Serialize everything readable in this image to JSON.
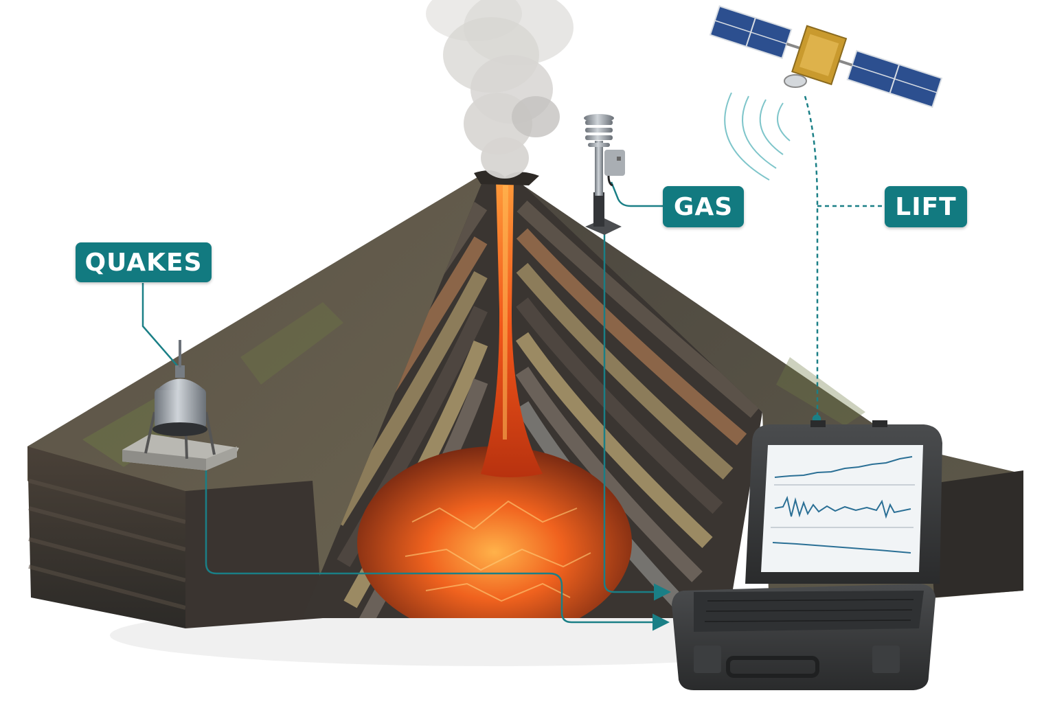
{
  "labels": {
    "quakes": "QUAKES",
    "gas": "GAS",
    "lift": "LIFT"
  },
  "colors": {
    "label_fill": "#127a80",
    "connector": "#1a7f86",
    "magma": "#e85a1c",
    "magma_bright": "#ff8a2a",
    "rock_dark": "#3d3833",
    "rock_mid": "#5e564c",
    "rock_tan": "#8a7a5c",
    "moss": "#6f7a45",
    "smoke": "#d7d5d2",
    "case": "#3b3d3f",
    "screen": "#f1f4f6",
    "trace": "#2a6f95",
    "solar_panel": "#2c4f8f",
    "satellite_body": "#c99a2e"
  },
  "icons": {
    "seismometer": "seismometer-icon",
    "gas_sensor": "gas-sensor-icon",
    "satellite": "satellite-icon",
    "field_laptop": "field-laptop-icon",
    "volcano": "volcano-cross-section"
  }
}
